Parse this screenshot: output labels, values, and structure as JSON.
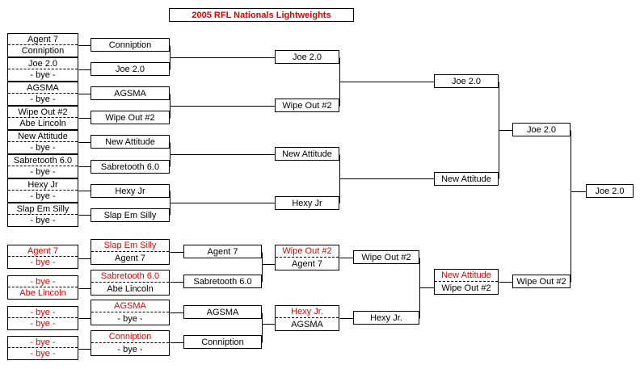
{
  "title": "2005 RFL Nationals Lightweights",
  "colors": {
    "eliminated": "#e00000",
    "normal": "#000000"
  },
  "winners_bracket": {
    "entry_pairs": [
      [
        "Agent 7",
        "Conniption"
      ],
      [
        "Joe 2.0",
        "- bye -"
      ],
      [
        "AGSMA",
        "- bye -"
      ],
      [
        "Wipe Out #2",
        "Abe Lincoln"
      ],
      [
        "New Attitude",
        "- bye -"
      ],
      [
        "Sabretooth 6.0",
        "- bye -"
      ],
      [
        "Hexy Jr",
        "- bye -"
      ],
      [
        "Slap Em Silly",
        "- bye -"
      ]
    ],
    "round1": [
      "Conniption",
      "Joe 2.0",
      "AGSMA",
      "Wipe Out #2",
      "New Attitude",
      "Sabretooth 6.0",
      "Hexy Jr",
      "Slap Em Silly"
    ],
    "round2": [
      "Joe 2.0",
      "Wipe Out #2",
      "New Attitude",
      "Hexy Jr"
    ],
    "round3": [
      "Joe 2.0",
      "New Attitude"
    ],
    "winners_final": "Joe 2.0"
  },
  "grand_final": {
    "champion": "Joe 2.0"
  },
  "losers_bracket": {
    "entry_pairs": [
      [
        "Agent 7",
        "- bye -"
      ],
      [
        "- bye -",
        "Abe Lincoln"
      ],
      [
        "- bye -",
        "- bye -"
      ],
      [
        "- bye -",
        "- bye -"
      ]
    ],
    "round1_pairs": [
      [
        "Slap Em Silly",
        "Agent 7"
      ],
      [
        "Sabretooth 6.0",
        "Abe Lincoln"
      ],
      [
        "AGSMA",
        "- bye -"
      ],
      [
        "Conniption",
        "- bye -"
      ]
    ],
    "round2": [
      "Agent 7",
      "Sabretooth 6.0",
      "AGSMA",
      "Conniption"
    ],
    "round3_pairs": [
      [
        "Wipe Out #2",
        "Agent 7"
      ],
      [
        "Hexy Jr.",
        "AGSMA"
      ]
    ],
    "round4": [
      "Wipe Out #2",
      "Hexy Jr."
    ],
    "round5_pair": [
      "New Attitude",
      "Wipe Out #2"
    ],
    "losers_final": "Wipe Out #2"
  }
}
